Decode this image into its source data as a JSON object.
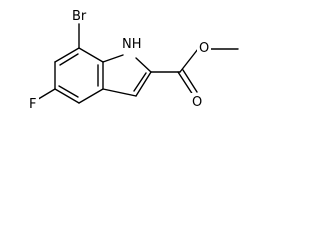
{
  "molecule": {
    "atoms": {
      "bromine": "Br",
      "fluorine": "F",
      "indole_nh": "NH",
      "carbonyl_oxygen": "O",
      "ester_oxygen": "O"
    }
  }
}
